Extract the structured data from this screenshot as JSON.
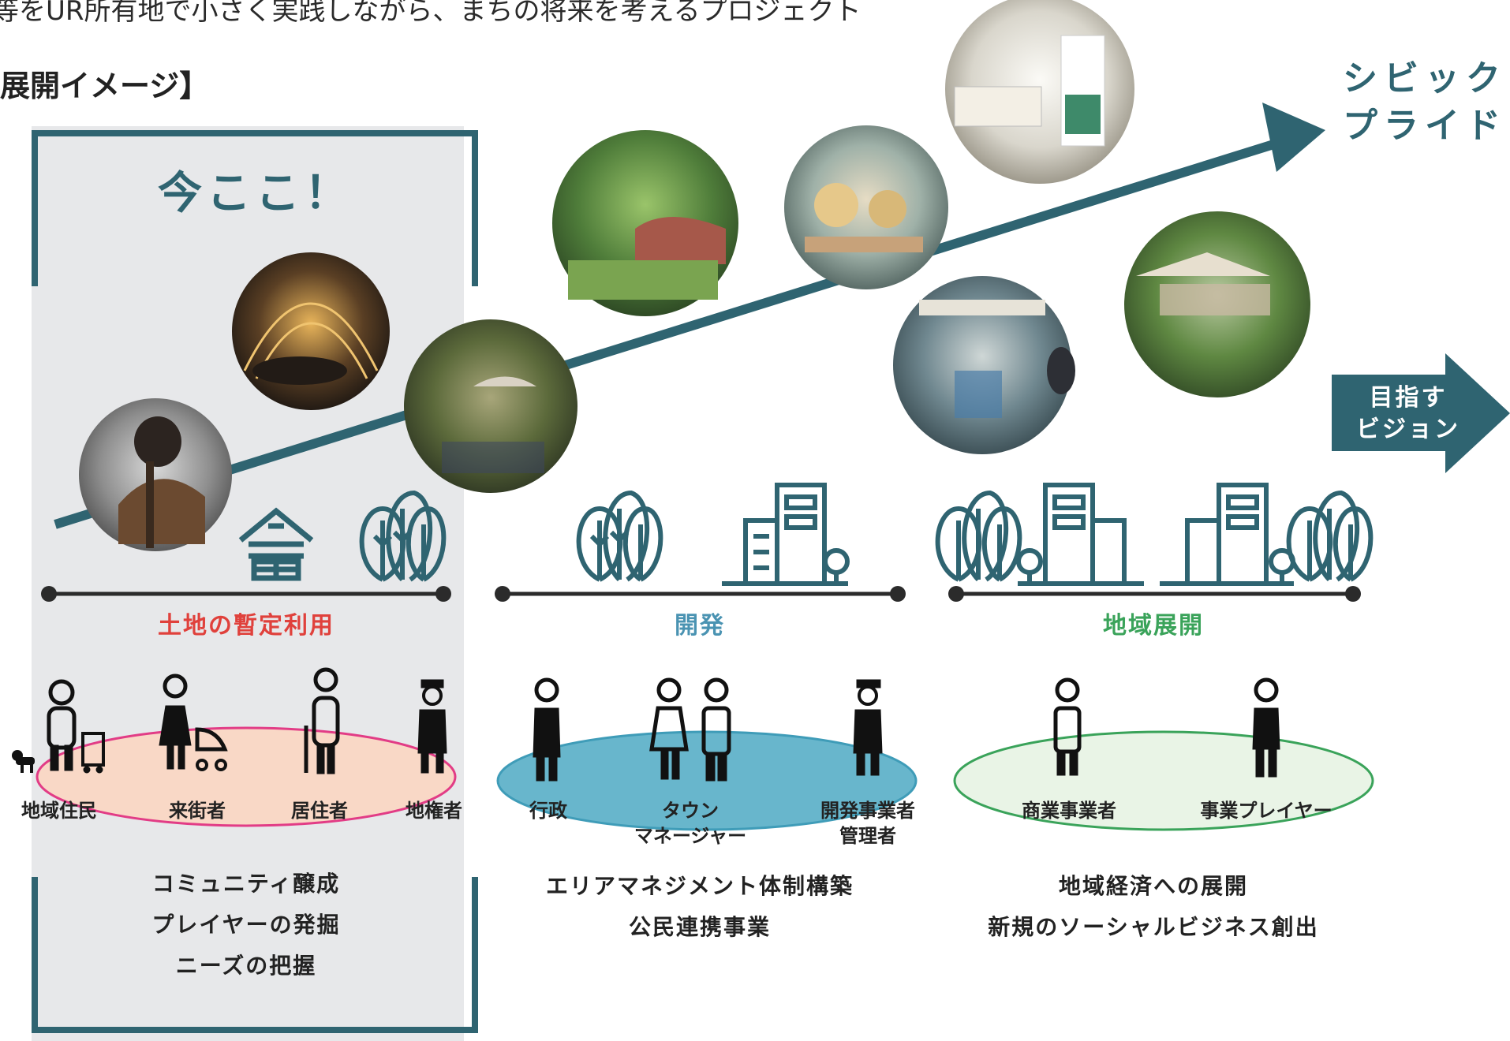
{
  "header": {
    "intro": "等をUR所有地で小さく実践しながら、まちの将来を考えるプロジェクト",
    "section_title": "展開イメージ】"
  },
  "diagram": {
    "here_label": "今ここ！",
    "goal_line1": "シビック",
    "goal_line2": "プライド",
    "vision_line1": "目指す",
    "vision_line2": "ビジョン",
    "phases": [
      {
        "label": "土地の暫定利用",
        "color": "#e0413c"
      },
      {
        "label": "開発",
        "color": "#4a93b2"
      },
      {
        "label": "地域展開",
        "color": "#3aa35a"
      }
    ],
    "roles": {
      "land_use": [
        "地域住民",
        "来街者",
        "居住者",
        "地権者"
      ],
      "development": [
        "行政",
        "タウン",
        "マネージャー",
        "開発事業者",
        "管理者"
      ],
      "regional": [
        "商業事業者",
        "事業プレイヤー"
      ]
    },
    "outcomes": {
      "land_use": [
        "コミュニティ醸成",
        "プレイヤーの発掘",
        "ニーズの把握"
      ],
      "development": [
        "エリアマネジメント体制構築",
        "公民連携事業"
      ],
      "regional": [
        "地域経済への展開",
        "新規のソーシャルビジネス創出"
      ]
    },
    "colors": {
      "teal": "#2f6471",
      "pink_fill": "#f9d8c6",
      "pink_stroke": "#e23c86",
      "blue_fill": "#68b6cc",
      "blue_stroke": "#3f9cb8",
      "green_fill": "#e9f4e6",
      "green_stroke": "#3aa35a"
    }
  }
}
